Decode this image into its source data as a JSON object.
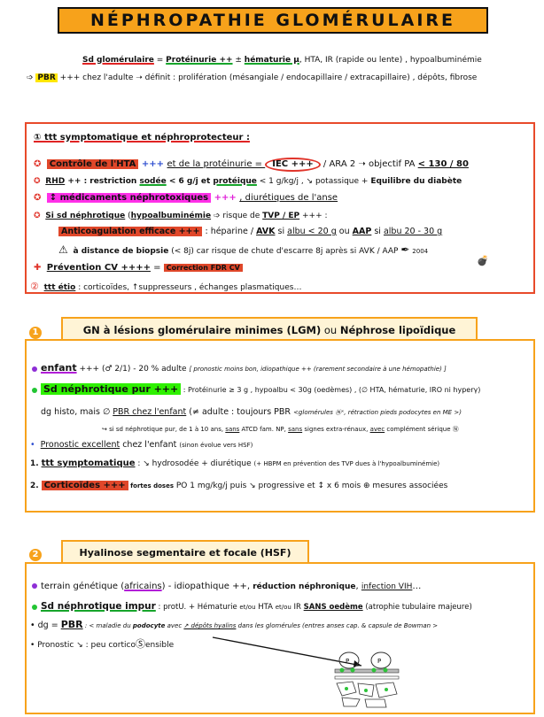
{
  "title": "NÉPHROPATHIE GLOMÉRULAIRE",
  "intro": {
    "l1_a": "Sd glomérulaire",
    "l1_b": " = ",
    "l1_c": "Protéinurie ++",
    "l1_d": "  ±  ",
    "l1_e": "hématurie µ",
    "l1_f": ", HTA,  IR (rapide ou lente) , hypoalbuminémie",
    "l2_arrow": "➩",
    "l2_a": "PBR",
    "l2_b": " +++ chez l'adulte ➝ définit :  prolifération (mésangiale / endocapillaire / extracapillaire) , dépôts, fibrose"
  },
  "s1": {
    "head": "①  ttt symptomatique et néphroprotecteur :",
    "hta_label": "Contrôle de l'HTA",
    "hta_plus": " +++ ",
    "hta_rest": "et de la protéinurie   =  ",
    "iec": "IEC +++",
    "hta_end": " / ARA 2 ➝     objectif PA ",
    "hta_target": "< 130 / 80",
    "rhd": "RHD",
    "rhd_a": " ++ : restriction  ",
    "rhd_b": "sodée",
    "rhd_c": " < 6 g/j  et  ",
    "rhd_d": "protéique",
    "rhd_e": " < 1 g/kg/j ,  ↘ potassique  + ",
    "rhd_f": "Equilibre du diabète",
    "nephrotox": "↕ médicaments néphrotoxiques",
    "nephrotox_plus": "  +++ ",
    "nephrotox_end": ",  diurétiques de l'anse",
    "snephro_a": "Si sd néphrotique",
    "snephro_b": " (",
    "snephro_c": "hypoalbuminémie",
    "snephro_d": " ➩ risque de ",
    "snephro_e": "TVP / EP",
    "snephro_f": " +++ :",
    "anticoag": "Anticoagulation efficace +++",
    "anticoag_b": "  : héparine / ",
    "avk": "AVK",
    "anticoag_c": " si ",
    "albu1": "albu < 20 g",
    "anticoag_d": "    ou     ",
    "aap": "AAP",
    "anticoag_e": " si ",
    "albu2": "albu 20 - 30 g",
    "warn_sym": "⚠",
    "warn_a": "à distance de biopsie",
    "warn_b": " (< 8j) car risque de chute d'escarre 8j après si AVK / AAP",
    "year": "2004",
    "prev": "Prévention CV ++++",
    "prev_eq": " = ",
    "prev_fdr": "Correction FDR CV",
    "etio_num": "②",
    "etio_a": "ttt étio",
    "etio_b": " : corticoïdes, ↑suppresseurs , échanges plasmatiques…"
  },
  "s2": {
    "num": "1",
    "head_a": "GN à lésions glomérulaire minimes (LGM)",
    "head_b": " ou  ",
    "head_c": "Néphrose lipoïdique",
    "enfant": "enfant",
    "enfant_b": " +++ (♂ 2/1)  - 20 % adulte ",
    "enfant_c": " [ pronostic moins bon, idiopathique ++ (rarement secondaire à une hémopathie) ]",
    "pur": "Sd néphrotique pur +++",
    "pur_b": " : Protéinurie ≥ 3 g , hypoalbu < 30g (oedèmes) , (∅ HTA, hématurie, IRO ni hyperγ)",
    "dg_a": "dg histo, mais ∅ ",
    "dg_b": "PBR chez l'enfant",
    "dg_c": "  (≠ adulte : toujours PBR ",
    "dg_d": "<glomérules Ⓝˣ, rétraction pieds podocytes en ME >)",
    "arrow_a": "↪ si sd néphrotique pur, de 1 à 10 ans, ",
    "arrow_b": "sans",
    "arrow_c": " ATCD fam. NP, ",
    "arrow_d": "sans",
    "arrow_e": " signes extra-rénaux, ",
    "arrow_f": "avec",
    "arrow_g": " complément sérique Ⓝ",
    "prono_a": "Pronostic excellent",
    "prono_b": " chez l'enfant ",
    "prono_c": " (sinon évolue vers HSF)",
    "t1_num": "1.",
    "t1_a": "ttt symptomatique",
    "t1_b": " : ↘ hydrosodée + diurétique ",
    "t1_c": " (+ HBPM en prévention des TVP dues à l'hypoalbuminémie)",
    "t2_num": "2.",
    "t2_a": "Corticoïdes +++",
    "t2_b": " fortes doses",
    "t2_c": "  PO 1 mg/kg/j puis ↘ progressive et ↕     x 6 mois   ⊕ mesures associées"
  },
  "s3": {
    "num": "2",
    "head": "Hyalinose segmentaire et focale (HSF)",
    "l1_a": "terrain génétique (",
    "l1_b": "africains",
    "l1_c": ") - idiopathique ++, ",
    "l1_d": "réduction néphronique",
    "l1_e": ",  ",
    "l1_f": "infection VIH",
    "l1_g": "…",
    "l2_a": "Sd néphrotique impur",
    "l2_b": " : protU. + Hématurie ",
    "l2_c": "et/ou",
    "l2_d": " HTA ",
    "l2_e": "et/ou",
    "l2_f": " IR  ",
    "l2_g": "SANS oedème",
    "l2_h": " (atrophie tubulaire majeure)",
    "l3_a": "dg = ",
    "l3_b": "PBR",
    "l3_c": " : < maladie du ",
    "l3_d": "podocyte",
    "l3_e": " avec ",
    "l3_f": "↗ dépôts hyalins",
    "l3_g": " dans les glomérules (entres anses cap. & capsule de Bowman >",
    "l4_a": "Pronostic ↘ :   peu cortico",
    "l4_b": "Ⓢ",
    "l4_c": "ensible",
    "podo_label": "P"
  }
}
